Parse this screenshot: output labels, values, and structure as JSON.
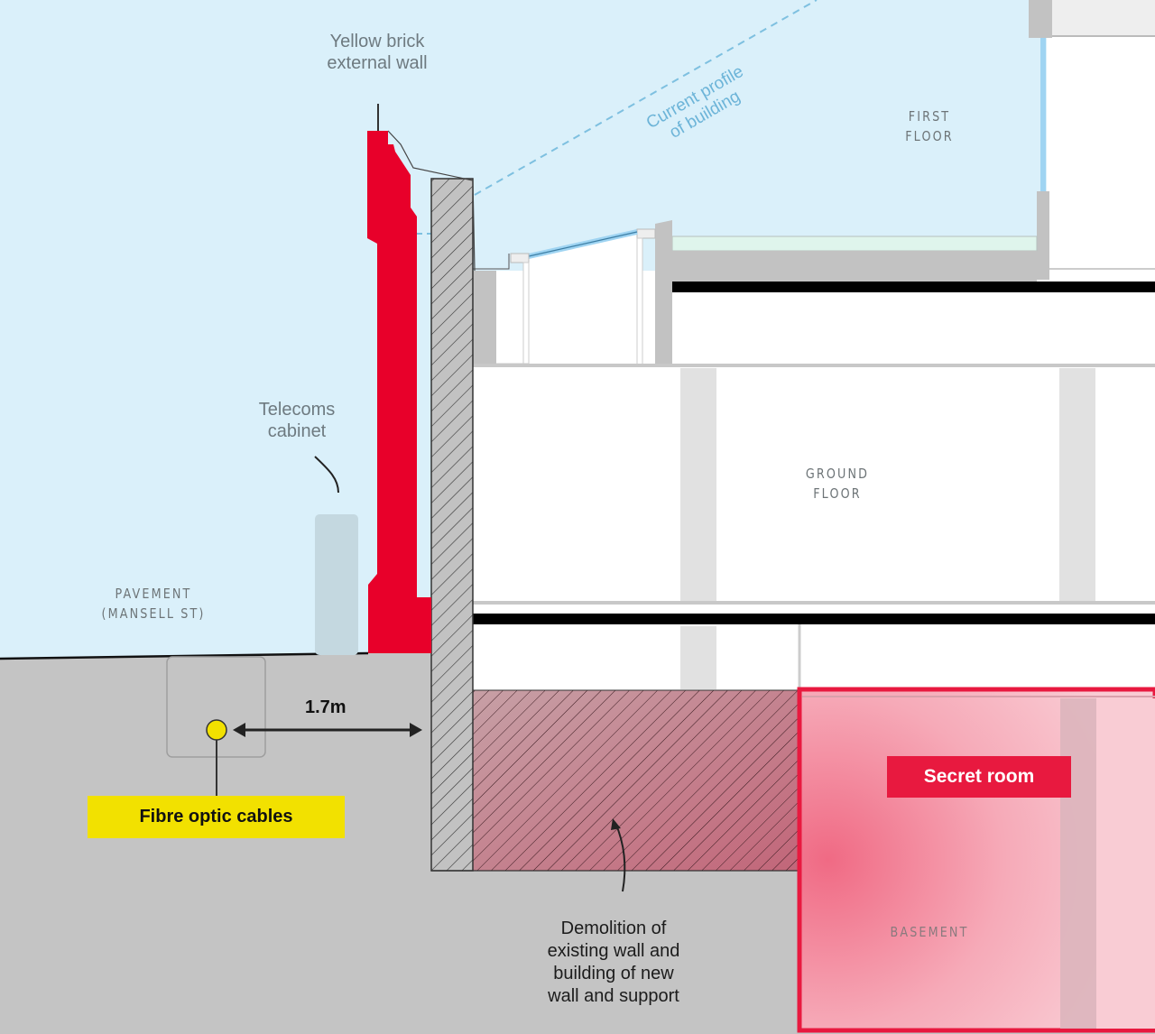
{
  "labels": {
    "yellow_brick_wall": "Yellow brick\nexternal wall",
    "current_profile": "Current profile\nof building",
    "first_floor": "FIRST\nFLOOR",
    "ground_floor": "GROUND\nFLOOR",
    "telecoms_cabinet": "Telecoms\ncabinet",
    "pavement": "PAVEMENT\n(MANSELL ST)",
    "distance": "1.7m",
    "fibre_optic": "Fibre optic cables",
    "secret_room": "Secret room",
    "basement": "BASEMENT",
    "demolition": "Demolition of\nexisting wall and\nbuilding of new\nwall and support"
  },
  "colors": {
    "sky": "#daf0fa",
    "ground": "#c4c4c4",
    "brick_wall": "#e8002a",
    "secret_room_border": "#e8193f",
    "fibre_marker": "#f2e100",
    "profile_line": "#6cb4d8",
    "slab": "#000000",
    "structure": "#c2c2c2"
  }
}
